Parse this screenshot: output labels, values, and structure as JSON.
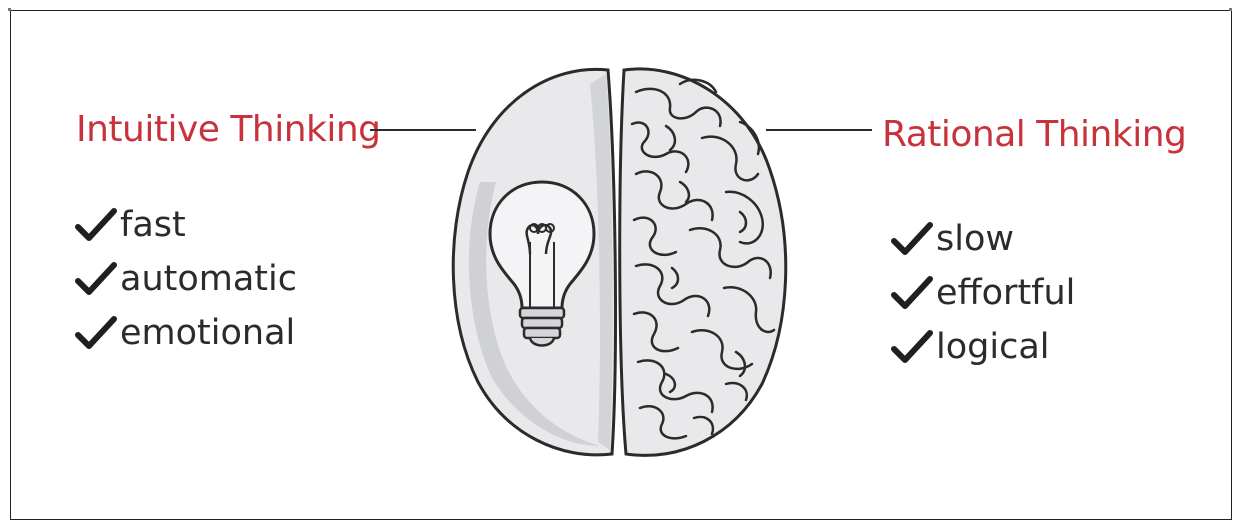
{
  "colors": {
    "heading_red": "#c8323c",
    "ink": "#2b2b2b",
    "hemisphere_fill": "#e9e9ec",
    "hemisphere_shade": "#c9cacf"
  },
  "left": {
    "title": "Intuitive Thinking",
    "items": [
      "fast",
      "automatic",
      "emotional"
    ],
    "icon": "lightbulb-icon"
  },
  "right": {
    "title": "Rational Thinking",
    "items": [
      "slow",
      "effortful",
      "logical"
    ],
    "icon": "brain-folds-icon"
  },
  "check_icon": "checkmark-icon"
}
